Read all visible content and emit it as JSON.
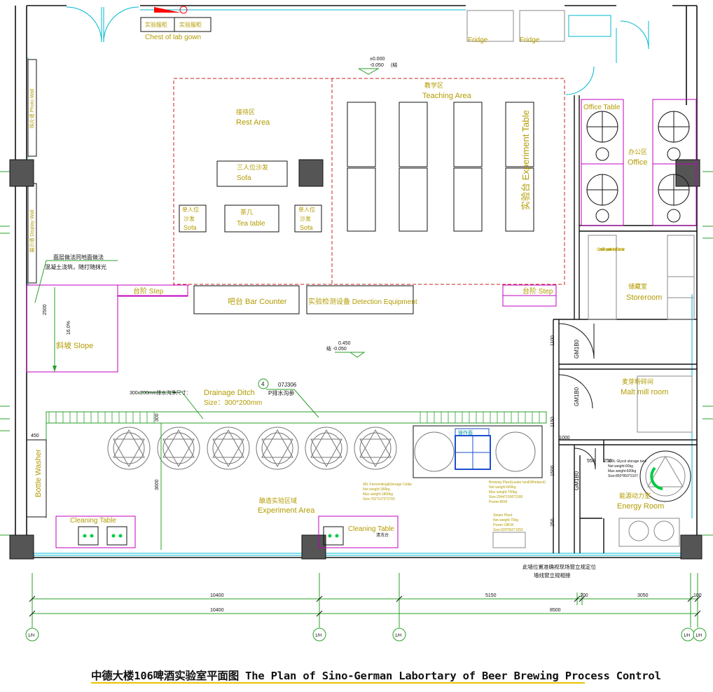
{
  "title": "中德大楼106啤酒实验室平面图 The Plan of Sino-German Labortary of Beer Brewing Process Control",
  "colors": {
    "wall": "#111111",
    "zone": "#cc2020",
    "room": "#c000c0",
    "glass": "#00b8d0",
    "equipment": "#808080",
    "drain": "#2aa02a",
    "label": "#b39b00",
    "column": "#555555",
    "accent": "#ffd800"
  },
  "top": {
    "gown_cn1": "实验服柜",
    "gown_cn2": "实验服柜",
    "gown_en": "Chest of lab gown",
    "fridge1": "Fridge",
    "fridge2": "Fridge",
    "level_1": "±0.000",
    "level_2": "-0.050",
    "level_note": "(结"
  },
  "left": {
    "photo_wall": "照片墙 Photo Wall",
    "display_wall": "展示墙 Display Wall",
    "note1": "面层做法同地面做法",
    "note2": "混凝土浇筑，随打随抹光",
    "dim_2500": "2500",
    "grade": "16.0%",
    "slope": "斜坡 Slope"
  },
  "rest": {
    "cn": "接待区",
    "en": "Rest Area",
    "sofa3_cn": "三人位沙发",
    "sofa3_en": "Sofa",
    "single_l1": "单人位",
    "single_l2": "沙发",
    "single_l3": "Sofa",
    "single_r1": "单人位",
    "single_r2": "沙发",
    "single_r3": "Sofa",
    "tea_cn": "茶几",
    "tea_en": "Tea table"
  },
  "teaching": {
    "cn": "教学区",
    "en": "Teaching Area",
    "table": "实验台 Experiment Table"
  },
  "office": {
    "table": "Office Table",
    "cn": "办公区",
    "en": "Office"
  },
  "middle": {
    "step_l": "台阶 Step",
    "step_r": "台阶 Step",
    "bar": "吧台 Bar Counter",
    "detect": "实验检测设备 Detection Equipment",
    "level_1": "0.450",
    "level_2": "结 -0.050"
  },
  "store": {
    "cn": "储藏室",
    "en": "Storeroom",
    "cab": "Constant Temperature Humidity Chamber"
  },
  "doors": {
    "gm1": "GM1B0",
    "gm2": "GM1B0",
    "gm3": "GM1B0",
    "d1100": "1100",
    "d1150": "1150",
    "d1000": "1000",
    "d1500": "1500",
    "d550": "550",
    "d250": "250"
  },
  "malt": {
    "cn": "麦芽粉碎间",
    "en": "Malt mill room"
  },
  "energy": {
    "cn": "能源动力室",
    "en": "Energy Room",
    "tank": "100L Glycol storage tank",
    "net": "Net weight:60kg",
    "max": "Max weight:600kg",
    "size": "Size:850*850*2107"
  },
  "drain": {
    "size_note": "300x200mm排水沟净尺寸：",
    "cn": "Drainage Ditch",
    "size": "Size：300*200mm",
    "ref": "07J306",
    "ref_note": "P排水沟参",
    "ref_num": "4",
    "dim_300": "300",
    "dim_3600": "3600"
  },
  "experiment": {
    "cn": "酿造实验区域",
    "en": "Experiment Area",
    "ferm_l1": "40L Fermenting&Storage Cellar",
    "ferm_l2": "Net weight:180kg",
    "ferm_l3": "Max weight:1800kg",
    "ferm_l4": "Size:762*1072*2700",
    "brew_l1": "Brewing Plant(Lauter tun&Whirlpool)",
    "brew_l2": "Net weight:600kg",
    "brew_l3": "Max weight:700kg",
    "brew_l4": "Size:2044*1500*2180",
    "brew_l5": "Power:8KW",
    "panel": "操作面",
    "steam_l1": "Steam Plant",
    "steam_l2": "Net weight:70kg",
    "steam_l3": "Power:18KW",
    "steam_l4": "Size:920*550*1550"
  },
  "washer": {
    "label": "Bottle Washer",
    "dim_450": "450"
  },
  "cleaning": {
    "left": "Cleaning Table",
    "right": "Cleaning Table",
    "right_note": "清洗台"
  },
  "bottom": {
    "note1": "此墙位置准确视现场窗立规定位",
    "note2": "墙线窗立规相接",
    "dim_a1": "10400",
    "dim_a2": "5150",
    "dim_a3": "200",
    "dim_a4": "3050",
    "dim_a5": "100",
    "dim_b1": "10400",
    "dim_b2": "8500",
    "axis1": "1/H",
    "axis2": "1/H",
    "axis3": "1/H",
    "axis4": "1/H",
    "axis5": "1/H"
  }
}
